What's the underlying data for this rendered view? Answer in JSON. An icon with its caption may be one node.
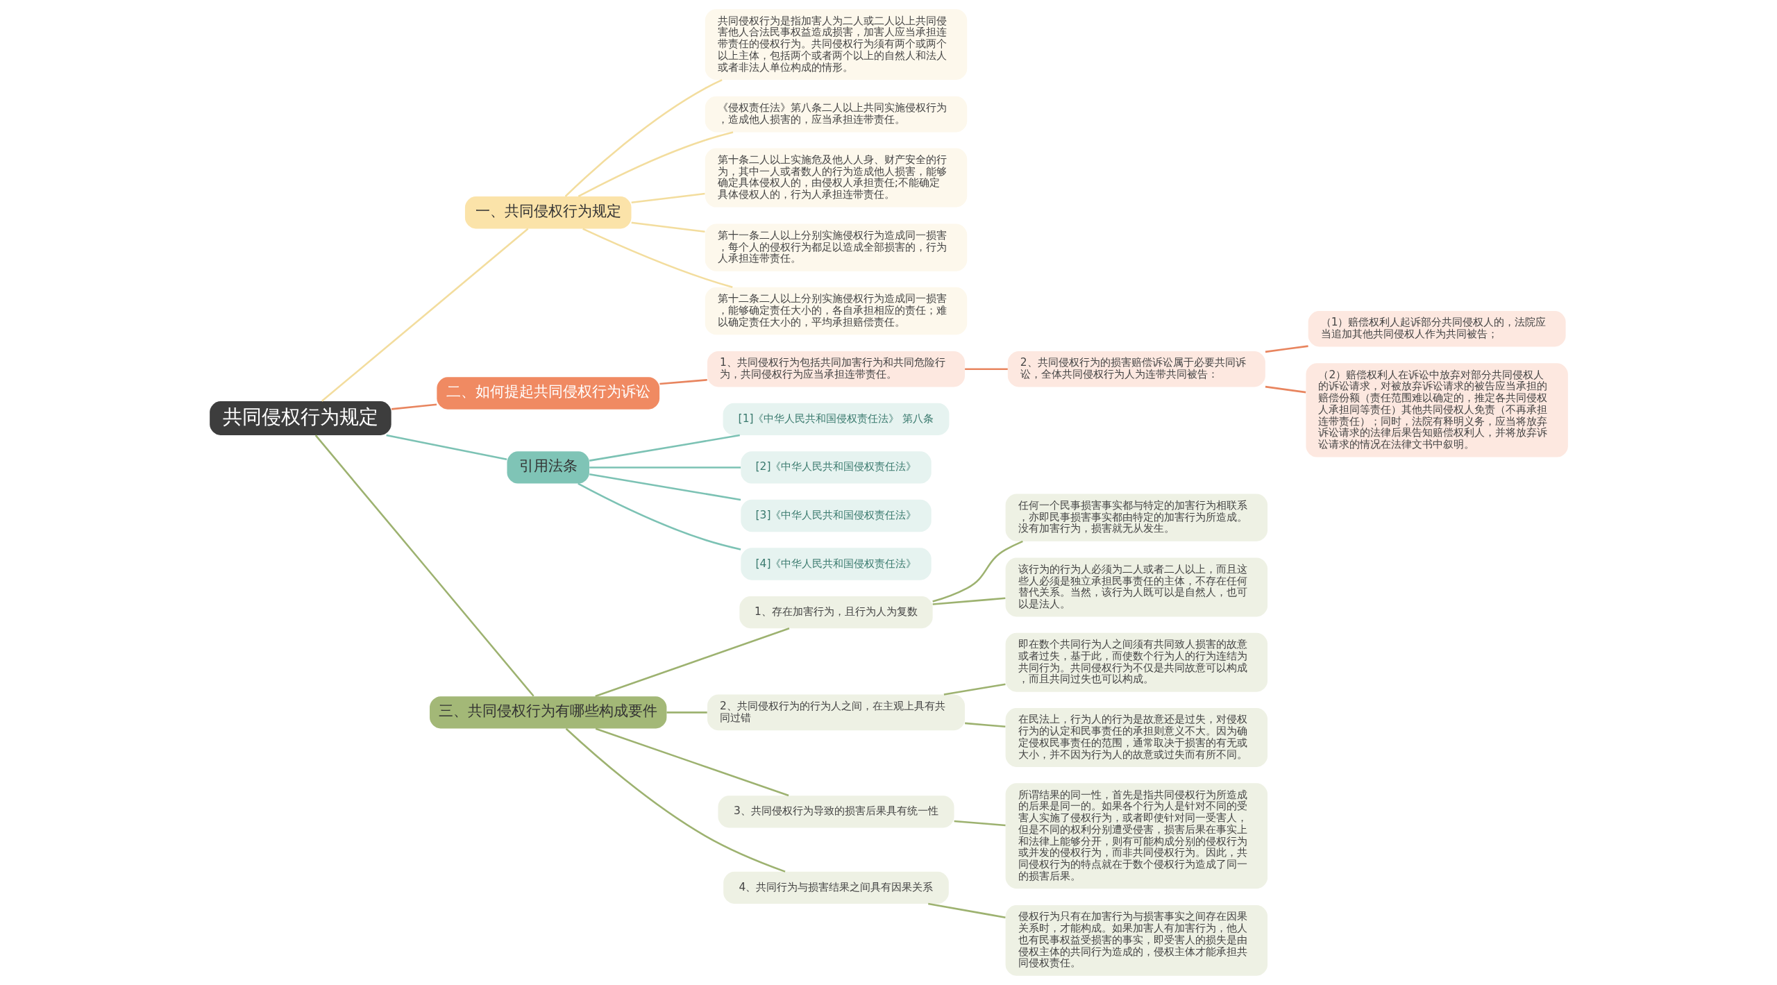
{
  "diagram": {
    "nodes": [
      {
        "text": [
          "共同侵权行为规定"
        ]
      },
      {
        "text": [
          "一、共同侵权行为规定"
        ]
      },
      {
        "text": [
          "共同侵权行为是指加害人为二人或二人以上共同侵害他人合法民事权益造成损害，加害人应当承担连带责任的侵权行为。共同侵权行为须有两个或两个以上主体，包括两个或者两个以上的自然人和法人或者非法人单位构成的情形。"
        ]
      },
      {
        "text": [
          "《侵权责任法》第八条二人以上共同实施侵权行为，造成他人损害的，应当承担连带责任。"
        ]
      },
      {
        "text": [
          "第十条二人以上实施危及他人人身、财产安全的行为，其中一人或者数人的行为造成他人损害，能够确定具体侵权人的，由侵权人承担责任;不能确定具体侵权人的，行为人承担连带责任。"
        ]
      },
      {
        "text": [
          "第十一条二人以上分别实施侵权行为造成同一损害，每个人的侵权行为都足以造成全部损害的，行为人承担连带责任。"
        ]
      },
      {
        "text": [
          "第十二条二人以上分别实施侵权行为造成同一损害，能够确定责任大小的，各自承担相应的责任；难以确定责任大小的，平均承担赔偿责任。"
        ]
      },
      {
        "text": [
          "二、如何提起共同侵权行为诉讼"
        ]
      },
      {
        "text": [
          "1、共同侵权行为包括共同加害行为和共同危险行为，共同侵权行为应当承担连带责任。"
        ]
      },
      {
        "text": [
          "2、共同侵权行为的损害赔偿诉讼属于必要共同诉讼，全体共同侵权行为人为连带共同被告："
        ]
      },
      {
        "text": [
          "（1）赔偿权利人起诉部分共同侵权人的，法院应当追加其他共同侵权人作为共同被告；"
        ]
      },
      {
        "text": [
          "（2）赔偿权利人在诉讼中放弃对部分共同侵权人的诉讼请求，对被放弃诉讼请求的被告应当承担的赔偿份额（责任范围难以确定的，推定各共同侵权人承担同等责任）其他共同侵权人免责（不再承担连带责任）；同时，法院有释明义务，应当将放弃诉讼请求的法律后果告知赔偿权利人，并将放弃诉讼请求的情况在法律文书中叙明。"
        ]
      },
      {
        "text": [
          "引用法条"
        ]
      },
      {
        "text": [
          "[1]《中华人民共和国侵权责任法》 第八条"
        ]
      },
      {
        "text": [
          "[2]《中华人民共和国侵权责任法》"
        ]
      },
      {
        "text": [
          "[3]《中华人民共和国侵权责任法》"
        ]
      },
      {
        "text": [
          "[4]《中华人民共和国侵权责任法》"
        ]
      },
      {
        "text": [
          "三、共同侵权行为有哪些构成要件"
        ]
      },
      {
        "text": [
          "1、存在加害行为，且行为人为复数"
        ]
      },
      {
        "text": [
          "任何一个民事损害事实都与特定的加害行为相联系，亦即民事损害事实都由特定的加害行为所造成。没有加害行为，损害就无从发生。"
        ]
      },
      {
        "text": [
          "该行为的行为人必须为二人或者二人以上，而且这些人必须是独立承担民事责任的主体，不存在任何替代关系。当然，该行为人既可以是自然人，也可以是法人。"
        ]
      },
      {
        "text": [
          "2、共同侵权行为的行为人之间，在主观上具有共同过错"
        ]
      },
      {
        "text": [
          "即在数个共同行为人之间须有共同致人损害的故意或者过失，基于此，而使数个行为人的行为连结为共同行为。共同侵权行为不仅是共同故意可以构成，而且共同过失也可以构成。"
        ]
      },
      {
        "text": [
          "在民法上，行为人的行为是故意还是过失，对侵权行为的认定和民事责任的承担则意义不大。因为确定侵权民事责任的范围，通常取决于损害的有无或大小，并不因为行为人的故意或过失而有所不同。"
        ]
      },
      {
        "text": [
          "3、共同侵权行为导致的损害后果具有统一性"
        ]
      },
      {
        "text": [
          "所谓结果的同一性，首先是指共同侵权行为所造成的后果是同一的。如果各个行为人是针对不同的受害人实施了侵权行为，或者即使针对同一受害人，但是不同的权利分别遭受侵害，损害后果在事实上和法律上能够分开，则有可能构成分别的侵权行为或并发的侵权行为，而非共同侵权行为。因此，共同侵权行为的特点就在于数个侵权行为造成了同一的损害后果。"
        ]
      },
      {
        "text": [
          "4、共同行为与损害结果之间具有因果关系"
        ]
      },
      {
        "text": [
          "侵权行为只有在加害行为与损害事实之间存在因果关系时，才能构成。如果加害人有加害行为，他人也有民事权益受损害的事实，即受害人的损失是由侵权主体的共同行为造成的，侵权主体才能承担共同侵权责任。"
        ]
      }
    ],
    "edges": [
      {
        "from": 0,
        "to": 1,
        "arrow": "none",
        "color": "#f3dd9e"
      },
      {
        "from": 1,
        "to": 2,
        "arrow": "none",
        "color": "#f3dd9e"
      },
      {
        "from": 1,
        "to": 3,
        "arrow": "none",
        "color": "#f3dd9e"
      },
      {
        "from": 1,
        "to": 4,
        "arrow": "none",
        "color": "#f3dd9e"
      },
      {
        "from": 1,
        "to": 5,
        "arrow": "none",
        "color": "#f3dd9e"
      },
      {
        "from": 1,
        "to": 6,
        "arrow": "none",
        "color": "#f3dd9e"
      },
      {
        "from": 0,
        "to": 7,
        "arrow": "none",
        "color": "#e8855f"
      },
      {
        "from": 7,
        "to": 8,
        "arrow": "none",
        "color": "#e8855f"
      },
      {
        "from": 8,
        "to": 9,
        "arrow": "none",
        "color": "#e8855f"
      },
      {
        "from": 9,
        "to": 10,
        "arrow": "none",
        "color": "#e8855f"
      },
      {
        "from": 9,
        "to": 11,
        "arrow": "none",
        "color": "#e8855f"
      },
      {
        "from": 0,
        "to": 12,
        "arrow": "none",
        "color": "#7cc2b4"
      },
      {
        "from": 12,
        "to": 13,
        "arrow": "none",
        "color": "#7cc2b4"
      },
      {
        "from": 12,
        "to": 14,
        "arrow": "none",
        "color": "#7cc2b4"
      },
      {
        "from": 12,
        "to": 15,
        "arrow": "none",
        "color": "#7cc2b4"
      },
      {
        "from": 12,
        "to": 16,
        "arrow": "none",
        "color": "#7cc2b4"
      },
      {
        "from": 0,
        "to": 17,
        "arrow": "none",
        "color": "#9db270"
      },
      {
        "from": 17,
        "to": 18,
        "arrow": "none",
        "color": "#9db270"
      },
      {
        "from": 18,
        "to": 19,
        "arrow": "none",
        "color": "#9db270"
      },
      {
        "from": 18,
        "to": 20,
        "arrow": "none",
        "color": "#9db270"
      },
      {
        "from": 17,
        "to": 21,
        "arrow": "none",
        "color": "#9db270"
      },
      {
        "from": 21,
        "to": 22,
        "arrow": "none",
        "color": "#9db270"
      },
      {
        "from": 21,
        "to": 23,
        "arrow": "none",
        "color": "#9db270"
      },
      {
        "from": 17,
        "to": 24,
        "arrow": "none",
        "color": "#9db270"
      },
      {
        "from": 24,
        "to": 25,
        "arrow": "none",
        "color": "#9db270"
      },
      {
        "from": 17,
        "to": 26,
        "arrow": "none",
        "color": "#9db270"
      },
      {
        "from": 26,
        "to": 27,
        "arrow": "none",
        "color": "#9db270"
      }
    ]
  }
}
